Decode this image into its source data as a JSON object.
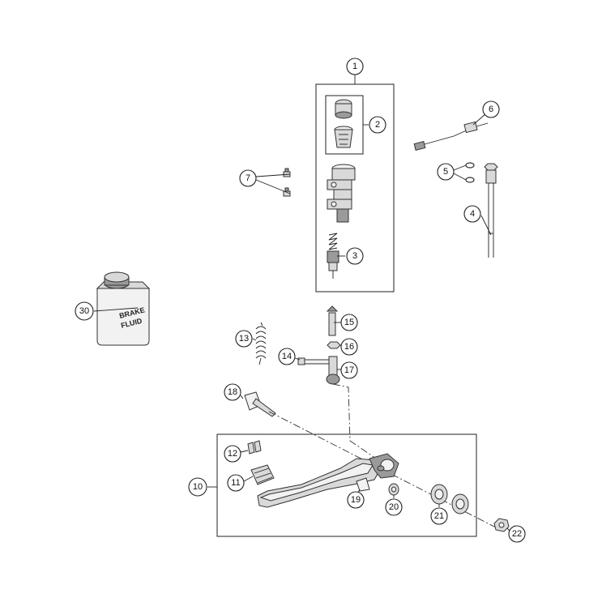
{
  "callouts": {
    "c1": "1",
    "c2": "2",
    "c3": "3",
    "c4": "4",
    "c5": "5",
    "c6": "6",
    "c7": "7",
    "c10": "10",
    "c11": "11",
    "c12": "12",
    "c13": "13",
    "c14": "14",
    "c15": "15",
    "c16": "16",
    "c17": "17",
    "c18": "18",
    "c19": "19",
    "c20": "20",
    "c21": "21",
    "c22": "22",
    "c30": "30"
  },
  "fluid_can": {
    "line1": "BRAKE",
    "line2": "FLUID"
  },
  "colors": {
    "line": "#222222",
    "part_fill": "#d9d9d9",
    "part_dark": "#9a9a9a"
  }
}
